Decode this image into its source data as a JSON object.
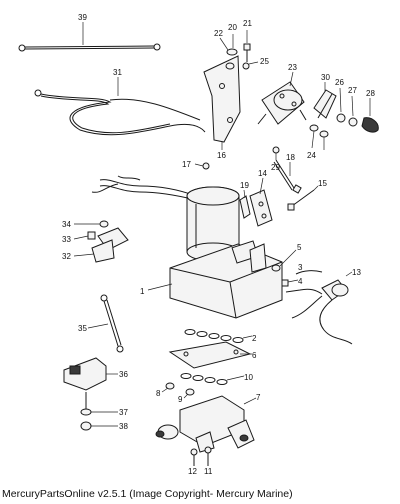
{
  "copyright_caption": "MercuryPartsOnline v2.5.1 (Image Copyright- Mercury Marine)",
  "callouts": [
    {
      "id": "c1",
      "label": "1"
    },
    {
      "id": "c2",
      "label": "2"
    },
    {
      "id": "c3",
      "label": "3"
    },
    {
      "id": "c4",
      "label": "4"
    },
    {
      "id": "c5",
      "label": "5"
    },
    {
      "id": "c6",
      "label": "6"
    },
    {
      "id": "c7",
      "label": "7"
    },
    {
      "id": "c8",
      "label": "8"
    },
    {
      "id": "c9",
      "label": "9"
    },
    {
      "id": "c10",
      "label": "10"
    },
    {
      "id": "c11",
      "label": "11"
    },
    {
      "id": "c12",
      "label": "12"
    },
    {
      "id": "c13",
      "label": "13"
    },
    {
      "id": "c14",
      "label": "14"
    },
    {
      "id": "c15",
      "label": "15"
    },
    {
      "id": "c16",
      "label": "16"
    },
    {
      "id": "c17",
      "label": "17"
    },
    {
      "id": "c18",
      "label": "18"
    },
    {
      "id": "c19",
      "label": "19"
    },
    {
      "id": "c20",
      "label": "20"
    },
    {
      "id": "c21",
      "label": "21"
    },
    {
      "id": "c22",
      "label": "22"
    },
    {
      "id": "c23",
      "label": "23"
    },
    {
      "id": "c24",
      "label": "24"
    },
    {
      "id": "c25",
      "label": "25"
    },
    {
      "id": "c26",
      "label": "26"
    },
    {
      "id": "c27",
      "label": "27"
    },
    {
      "id": "c28",
      "label": "28"
    },
    {
      "id": "c29",
      "label": "29"
    },
    {
      "id": "c30",
      "label": "30"
    },
    {
      "id": "c31",
      "label": "31"
    },
    {
      "id": "c32",
      "label": "32"
    },
    {
      "id": "c33",
      "label": "33"
    },
    {
      "id": "c34",
      "label": "34"
    },
    {
      "id": "c35",
      "label": "35"
    },
    {
      "id": "c36",
      "label": "36"
    },
    {
      "id": "c37",
      "label": "37"
    },
    {
      "id": "c38",
      "label": "38"
    },
    {
      "id": "c39",
      "label": "39"
    }
  ]
}
